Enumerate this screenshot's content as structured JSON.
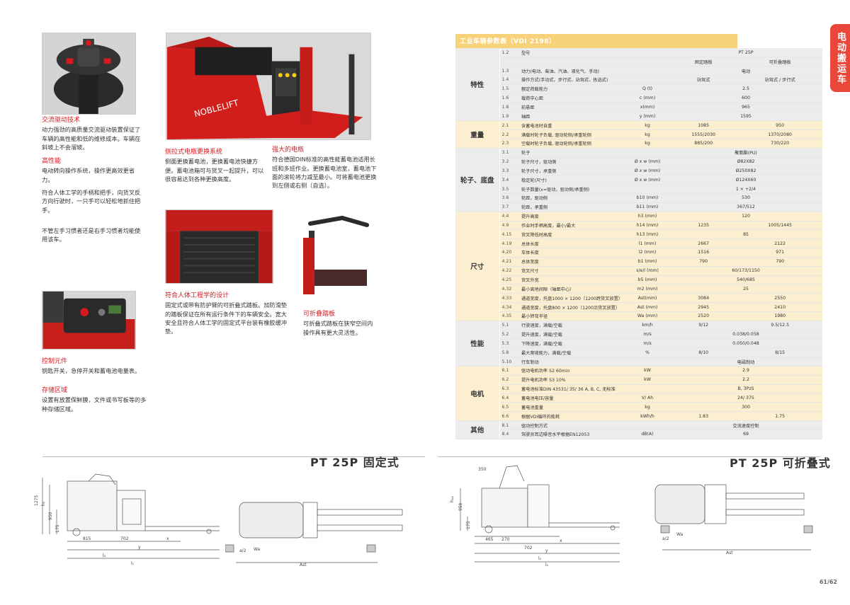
{
  "side_tab": "电动搬运车",
  "features": {
    "drive": {
      "title": "交流驱动技术",
      "text": "动力强劲的高质量交流驱动装置保证了车辆的高性能和低的维修成本。车辆在斜坡上不会溜坡。"
    },
    "performance": {
      "title": "高性能",
      "text": "电动转向操作系统，操作更高效更省力。"
    },
    "ergo_text": "符合人体工学的手柄和把手，向货叉反方向行驶时，一只手可以轻松地抓住把手。",
    "hand_text": "不管左手习惯者还是右手习惯者均能使用该车。",
    "battery_change": {
      "title": "侧拉式电瓶更换系统",
      "text": "侧面更换蓄电池，更换蓄电池快捷方便。蓄电池箱可与货叉一起提升，可以很容易达到各种更换高度。"
    },
    "strong_battery": {
      "title": "强大的电瓶",
      "text": "符合德国DIN标准的高性能蓄电池适用长班和多班作业。更换蓄电池室，蓄电池下面的滚轮将力减至最小。可将蓄电池更换到左侧或右侧（自选）。"
    },
    "platform": {
      "title": "符合人体工程学的设计",
      "text": "固定式或带有防护臂的可折叠式踏板。加防滑垫的踏板保证在所有运行条件下的车辆安全。宽大安全且符合人体工学的固定式平台装有橡胶缓冲垫。"
    },
    "fold_pedal": {
      "title": "可折叠踏板",
      "text": "可折叠式踏板在狭窄空间内操作具有更大灵活性。"
    },
    "control": {
      "title": "控制元件",
      "text": "钥匙开关，急停开关和蓄电池电量表。"
    },
    "storage": {
      "title": "存储区域",
      "text": "设置有放置保鲜膜，文件或书写板等的多种存储区域。"
    }
  },
  "spec": {
    "caption": "工业车辆参数表（VDI 2198）",
    "groups": [
      {
        "name": "特性",
        "rows": [
          {
            "code": "1.2",
            "desc": "型号",
            "unit": "",
            "v1": "PT 25P",
            "v2": "",
            "merge": true
          },
          {
            "code": "",
            "desc": "",
            "unit": "",
            "v1": "固定踏板",
            "v2": "可折叠踏板"
          },
          {
            "code": "1.3",
            "desc": "动力(电动、柴油、汽油、液化气、手动)",
            "unit": "",
            "v1": "电动",
            "v2": "",
            "merge": true
          },
          {
            "code": "1.4",
            "desc": "操作方式(手动式、步行式、站驾式、拣选式)",
            "unit": "",
            "v1": "站驾式",
            "v2": "站驾式 / 步行式"
          },
          {
            "code": "1.5",
            "desc": "额定荷载能力",
            "unit": "Q (t)",
            "v1": "2.5",
            "v2": "",
            "merge": true
          },
          {
            "code": "1.6",
            "desc": "载荷中心距",
            "unit": "c (mm)",
            "v1": "600",
            "v2": "",
            "merge": true
          },
          {
            "code": "1.8",
            "desc": "前悬距",
            "unit": "x(mm)",
            "v1": "965",
            "v2": "",
            "merge": true
          },
          {
            "code": "1.9",
            "desc": "轴距",
            "unit": "y (mm)",
            "v1": "1595",
            "v2": "",
            "merge": true
          }
        ]
      },
      {
        "name": "重量",
        "rows": [
          {
            "code": "2.1",
            "desc": "含蓄电池时自重",
            "unit": "kg",
            "v1": "1085",
            "v2": "950"
          },
          {
            "code": "2.2",
            "desc": "满载时轮子负载, 驱动轮侧/承重轮侧",
            "unit": "kg",
            "v1": "1555/2030",
            "v2": "1370/2080"
          },
          {
            "code": "2.3",
            "desc": "空载时轮子负载, 驱动轮侧/承重轮侧",
            "unit": "kg",
            "v1": "885/200",
            "v2": "730/220"
          }
        ]
      },
      {
        "name": "轮子、底盘",
        "rows": [
          {
            "code": "3.1",
            "desc": "轮子",
            "unit": "",
            "v1": "聚氨酯(PU)",
            "v2": "",
            "merge": true
          },
          {
            "code": "3.2",
            "desc": "轮子尺寸，驱动侧",
            "unit": "Ø x w (mm)",
            "v1": "Ø82X82",
            "v2": "",
            "merge": true
          },
          {
            "code": "3.3",
            "desc": "轮子尺寸，承重侧",
            "unit": "Ø x w (mm)",
            "v1": "Ø250X82",
            "v2": "",
            "merge": true
          },
          {
            "code": "3.4",
            "desc": "稳定轮(尺寸)",
            "unit": "Ø x w (mm)",
            "v1": "Ø124X60",
            "v2": "",
            "merge": true
          },
          {
            "code": "3.5",
            "desc": "轮子数量(x=驱动，驱动侧/承重侧)",
            "unit": "",
            "v1": "1 × +2/4",
            "v2": "",
            "merge": true
          },
          {
            "code": "3.6",
            "desc": "轮距，驱动侧",
            "unit": "b10 (mm)",
            "v1": "530",
            "v2": "",
            "merge": true
          },
          {
            "code": "3.7",
            "desc": "轮距，承重侧",
            "unit": "b11 (mm)",
            "v1": "367/512",
            "v2": "",
            "merge": true
          }
        ]
      },
      {
        "name": "尺寸",
        "rows": [
          {
            "code": "4.4",
            "desc": "提升高度",
            "unit": "h3 (mm)",
            "v1": "120",
            "v2": "",
            "merge": true
          },
          {
            "code": "4.9",
            "desc": "作业时手柄高度，最小/最大",
            "unit": "h14 (mm)",
            "v1": "1235",
            "v2": "1005/1445"
          },
          {
            "code": "4.15",
            "desc": "货叉降低时高度",
            "unit": "h13 (mm)",
            "v1": "85",
            "v2": "",
            "merge": true
          },
          {
            "code": "4.19",
            "desc": "总体长度",
            "unit": "l1 (mm)",
            "v1": "2667",
            "v2": "2122"
          },
          {
            "code": "4.20",
            "desc": "车体长度",
            "unit": "l2 (mm)",
            "v1": "1516",
            "v2": "971"
          },
          {
            "code": "4.21",
            "desc": "总体宽度",
            "unit": "b1 (mm)",
            "v1": "790",
            "v2": "790"
          },
          {
            "code": "4.22",
            "desc": "货叉尺寸",
            "unit": "s/e/l (mm)",
            "v1": "60/173/1150",
            "v2": "",
            "merge": true
          },
          {
            "code": "4.25",
            "desc": "货叉外宽",
            "unit": "b5 (mm)",
            "v1": "540/685",
            "v2": "",
            "merge": true
          },
          {
            "code": "4.32",
            "desc": "最小离地间隙（轴距中心）",
            "unit": "m2 (mm)",
            "v1": "25",
            "v2": "",
            "merge": true
          },
          {
            "code": "4.33",
            "desc": "通道宽度，托盘1000 × 1200（1200跨货叉放置）",
            "unit": "Ast(mm)",
            "v1": "3084",
            "v2": "2550"
          },
          {
            "code": "4.34",
            "desc": "通道宽度，托盘800 × 1200（1200沿货叉放置）",
            "unit": "Ast (mm)",
            "v1": "2945",
            "v2": "2410"
          },
          {
            "code": "4.35",
            "desc": "最小转弯半径",
            "unit": "Wa (mm)",
            "v1": "2520",
            "v2": "1980"
          }
        ]
      },
      {
        "name": "性能",
        "rows": [
          {
            "code": "5.1",
            "desc": "行驶速度，满载/空载",
            "unit": "km/h",
            "v1": "9/12",
            "v2": "9.5/12.5"
          },
          {
            "code": "5.2",
            "desc": "提升速度，满载/空载",
            "unit": "m/s",
            "v1": "0.038/0.058",
            "v2": "",
            "merge": true
          },
          {
            "code": "5.3",
            "desc": "下降速度，满载/空载",
            "unit": "m/s",
            "v1": "0.050/0.048",
            "v2": "",
            "merge": true
          },
          {
            "code": "5.8",
            "desc": "最大爬坡能力，满载/空载",
            "unit": "%",
            "v1": "8/10",
            "v2": "8/15"
          },
          {
            "code": "5.10",
            "desc": "行车制动",
            "unit": "",
            "v1": "电磁制动",
            "v2": "",
            "merge": true
          }
        ]
      },
      {
        "name": "电机",
        "rows": [
          {
            "code": "6.1",
            "desc": "驱动电机功率 S2 60min",
            "unit": "kW",
            "v1": "2.9",
            "v2": "",
            "merge": true
          },
          {
            "code": "6.2",
            "desc": "提升电机功率 S3 10%",
            "unit": "kW",
            "v1": "2.2",
            "v2": "",
            "merge": true
          },
          {
            "code": "6.3",
            "desc": "蓄电池标准DIN 43531/ 35/ 36 A, B, C, 无标准",
            "unit": "",
            "v1": "B, 3PzS",
            "v2": "",
            "merge": true
          },
          {
            "code": "6.4",
            "desc": "蓄电池电压/容量",
            "unit": "V/ Ah",
            "v1": "24/ 375",
            "v2": "",
            "merge": true
          },
          {
            "code": "6.5",
            "desc": "蓄电池重量",
            "unit": "kg",
            "v1": "300",
            "v2": "",
            "merge": true
          },
          {
            "code": "6.6",
            "desc": "根据VDI循环的能耗",
            "unit": "kWh/h",
            "v1": "1.83",
            "v2": "1.75"
          }
        ]
      },
      {
        "name": "其他",
        "rows": [
          {
            "code": "8.1",
            "desc": "驱动控制方式",
            "unit": "",
            "v1": "交流速度控制",
            "v2": "",
            "merge": true
          },
          {
            "code": "8.4",
            "desc": "驾驶员耳边噪音水平根据EN12053",
            "unit": "dB(A)",
            "v1": "69",
            "v2": "",
            "merge": true
          }
        ]
      }
    ]
  },
  "drawings": {
    "left_title": "PT 25P 固定式",
    "right_title": "PT 25P 可折叠式",
    "left_dims": {
      "h14": "1275",
      "h1": "h₁",
      "d1": "950",
      "d2": "175",
      "d3": "815",
      "d4": "702",
      "x": "x",
      "y": "y",
      "l2": "l₂",
      "l1": "l₁",
      "ast": "Ast",
      "wa": "Wa",
      "a2": "a/2"
    },
    "right_dims": {
      "d0": "350",
      "h14": "h₁₄",
      "d1": "950",
      "d2": "175",
      "d3": "465",
      "d4": "270",
      "d5": "702",
      "x": "x",
      "y": "y",
      "l2": "l₂",
      "l1": "l₁",
      "ast": "Ast",
      "wa": "Wa",
      "a2": "a/2"
    }
  },
  "page_number": "61/62",
  "colors": {
    "accent": "#d71920",
    "tab": "#e8473a",
    "caption": "#f8d27a",
    "row_alt": "#fbefcf",
    "row_gray": "#ececec"
  }
}
